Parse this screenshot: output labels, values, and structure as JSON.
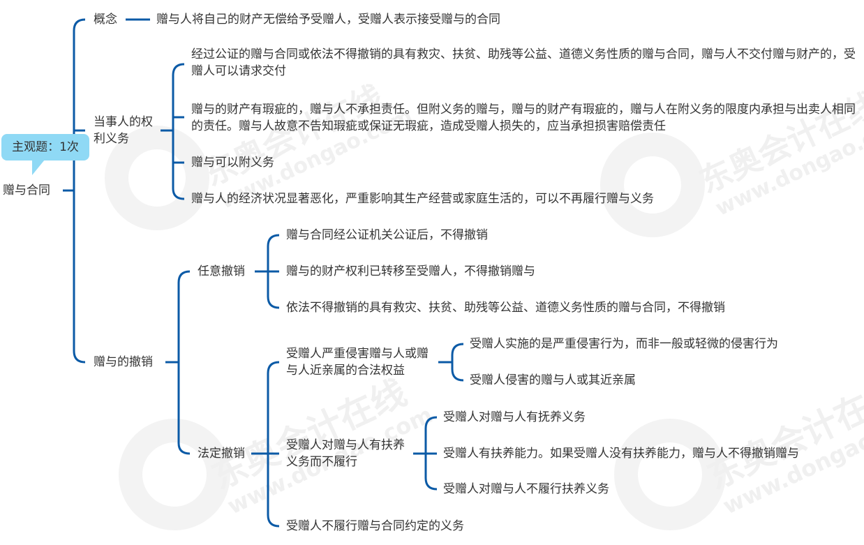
{
  "root": {
    "label": "赠与合同",
    "callout": "主观题：1次"
  },
  "branches": {
    "concept": {
      "label": "概念",
      "text": "赠与人将自己的财产无偿给予受赠人，受赠人表示接受赠与的合同"
    },
    "rights": {
      "label": "当事人的权利义务",
      "items": [
        "经过公证的赠与合同或依法不得撤销的具有救灾、扶贫、助残等公益、道德义务性质的赠与合同，赠与人不交付赠与财产的，受赠人可以请求交付",
        "赠与的财产有瑕疵的，赠与人不承担责任。但附义务的赠与，赠与的财产有瑕疵的，赠与人在附义务的限度内承担与出卖人相同的责任。赠与人故意不告知瑕疵或保证无瑕疵，造成受赠人损失的，应当承担损害赔偿责任",
        "赠与可以附义务",
        "赠与人的经济状况显著恶化，严重影响其生产经营或家庭生活的，可以不再履行赠与义务"
      ]
    },
    "revocation": {
      "label": "赠与的撤销",
      "arbitrary": {
        "label": "任意撤销",
        "items": [
          "赠与合同经公证机关公证后，不得撤销",
          "赠与的财产权利已转移至受赠人，不得撤销赠与",
          "依法不得撤销的具有救灾、扶贫、助残等公益、道德义务性质的赠与合同，不得撤销"
        ]
      },
      "statutory": {
        "label": "法定撤销",
        "items": [
          {
            "label": "受赠人严重侵害赠与人或赠与人近亲属的合法权益",
            "children": [
              "受赠人实施的是严重侵害行为，而非一般或轻微的侵害行为",
              "受赠人侵害的赠与人或其近亲属"
            ]
          },
          {
            "label": "受赠人对赠与人有扶养义务而不履行",
            "children": [
              "受赠人对赠与人有抚养义务",
              "受赠人有扶养能力。如果受赠人没有扶养能力，赠与人不得撤销赠与",
              "受赠人对赠与人不履行扶养义务"
            ]
          },
          {
            "label": "受赠人不履行赠与合同约定的义务",
            "children": []
          }
        ]
      }
    }
  },
  "colors": {
    "connector": "#0b5aa6",
    "callout_bg": "#8fd9f5",
    "text": "#333333",
    "watermark": "#f2f2f2"
  },
  "watermark": {
    "brand": "东奥会计在线",
    "url": "www.dongao.com"
  }
}
